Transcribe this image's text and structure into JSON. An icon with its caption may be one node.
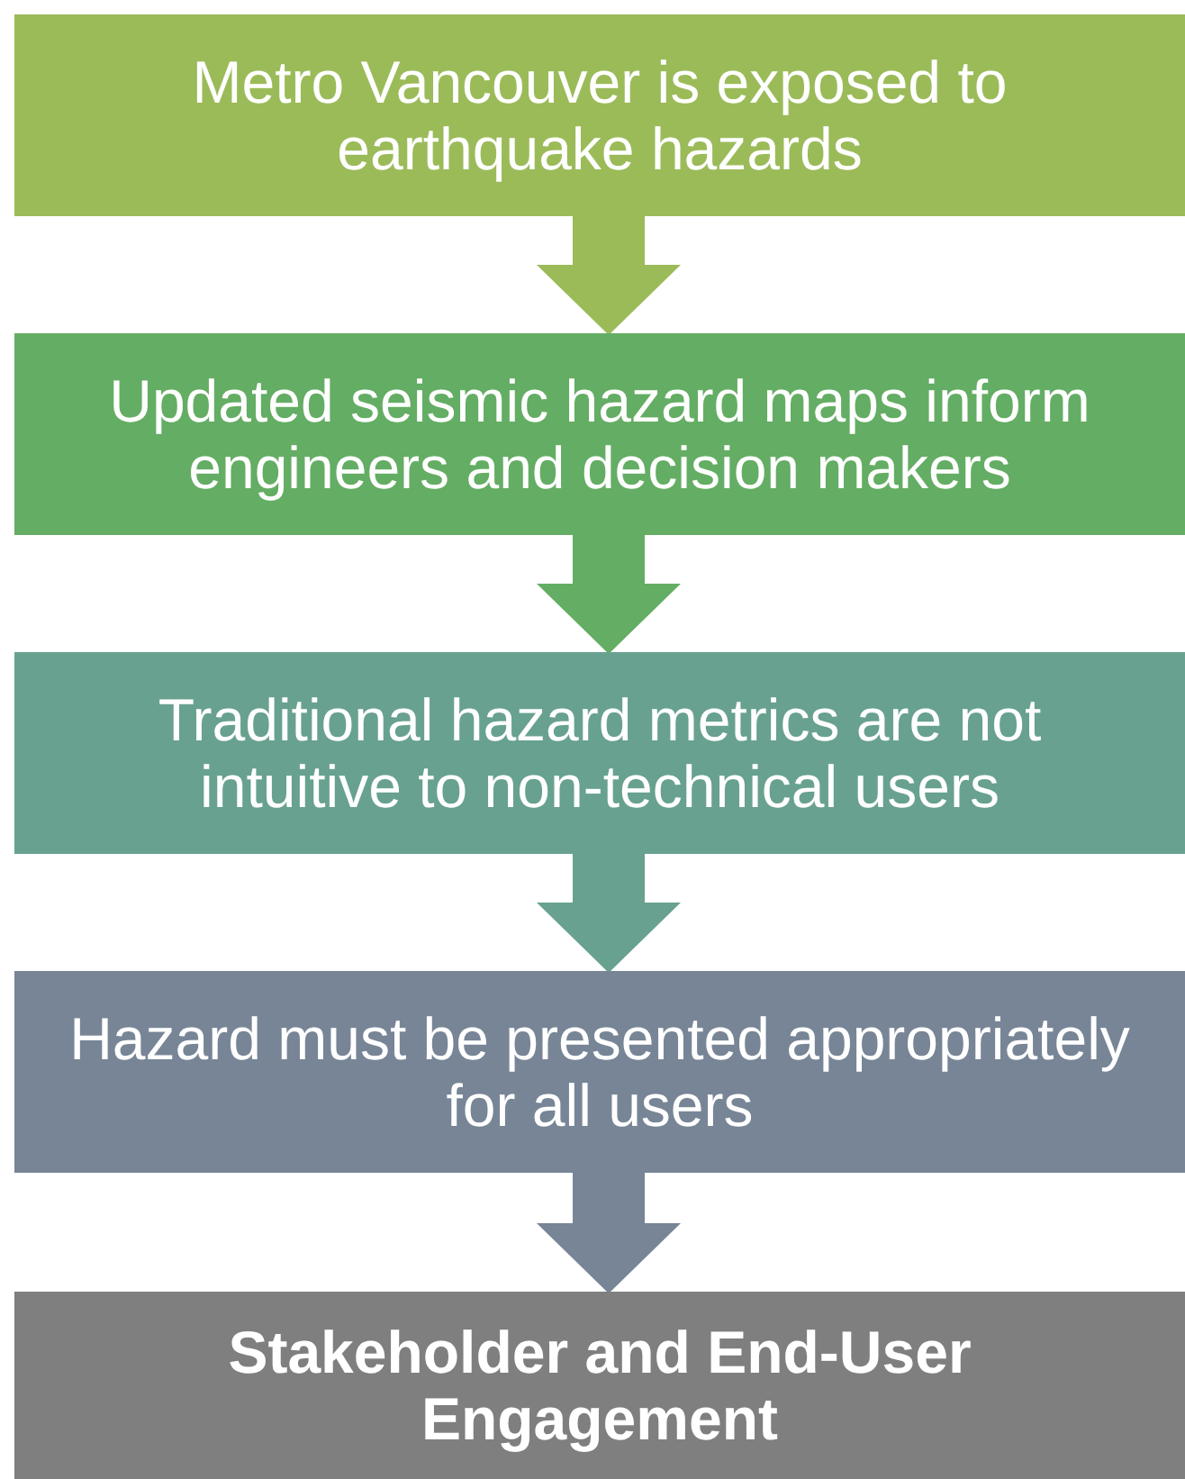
{
  "diagram": {
    "nodes": [
      {
        "text": [
          "Metro Vancouver is exposed to earthquake hazards"
        ]
      },
      {
        "text": [
          "Updated seismic hazard maps inform engineers and decision makers"
        ]
      },
      {
        "text": [
          "Traditional hazard metrics are not intuitive to non-technical users"
        ]
      },
      {
        "text": [
          "Hazard must be presented appropriately for all users"
        ]
      },
      {
        "text": [
          "Stakeholder and End-User Engagement"
        ]
      }
    ],
    "edges": [
      {
        "from": 0,
        "to": 1,
        "arrow": "to",
        "color": "#9bbb59"
      },
      {
        "from": 1,
        "to": 2,
        "arrow": "to",
        "color": "#64ad64"
      },
      {
        "from": 2,
        "to": 3,
        "arrow": "to",
        "color": "#68a190"
      },
      {
        "from": 3,
        "to": 4,
        "arrow": "to",
        "color": "#778596"
      }
    ]
  }
}
